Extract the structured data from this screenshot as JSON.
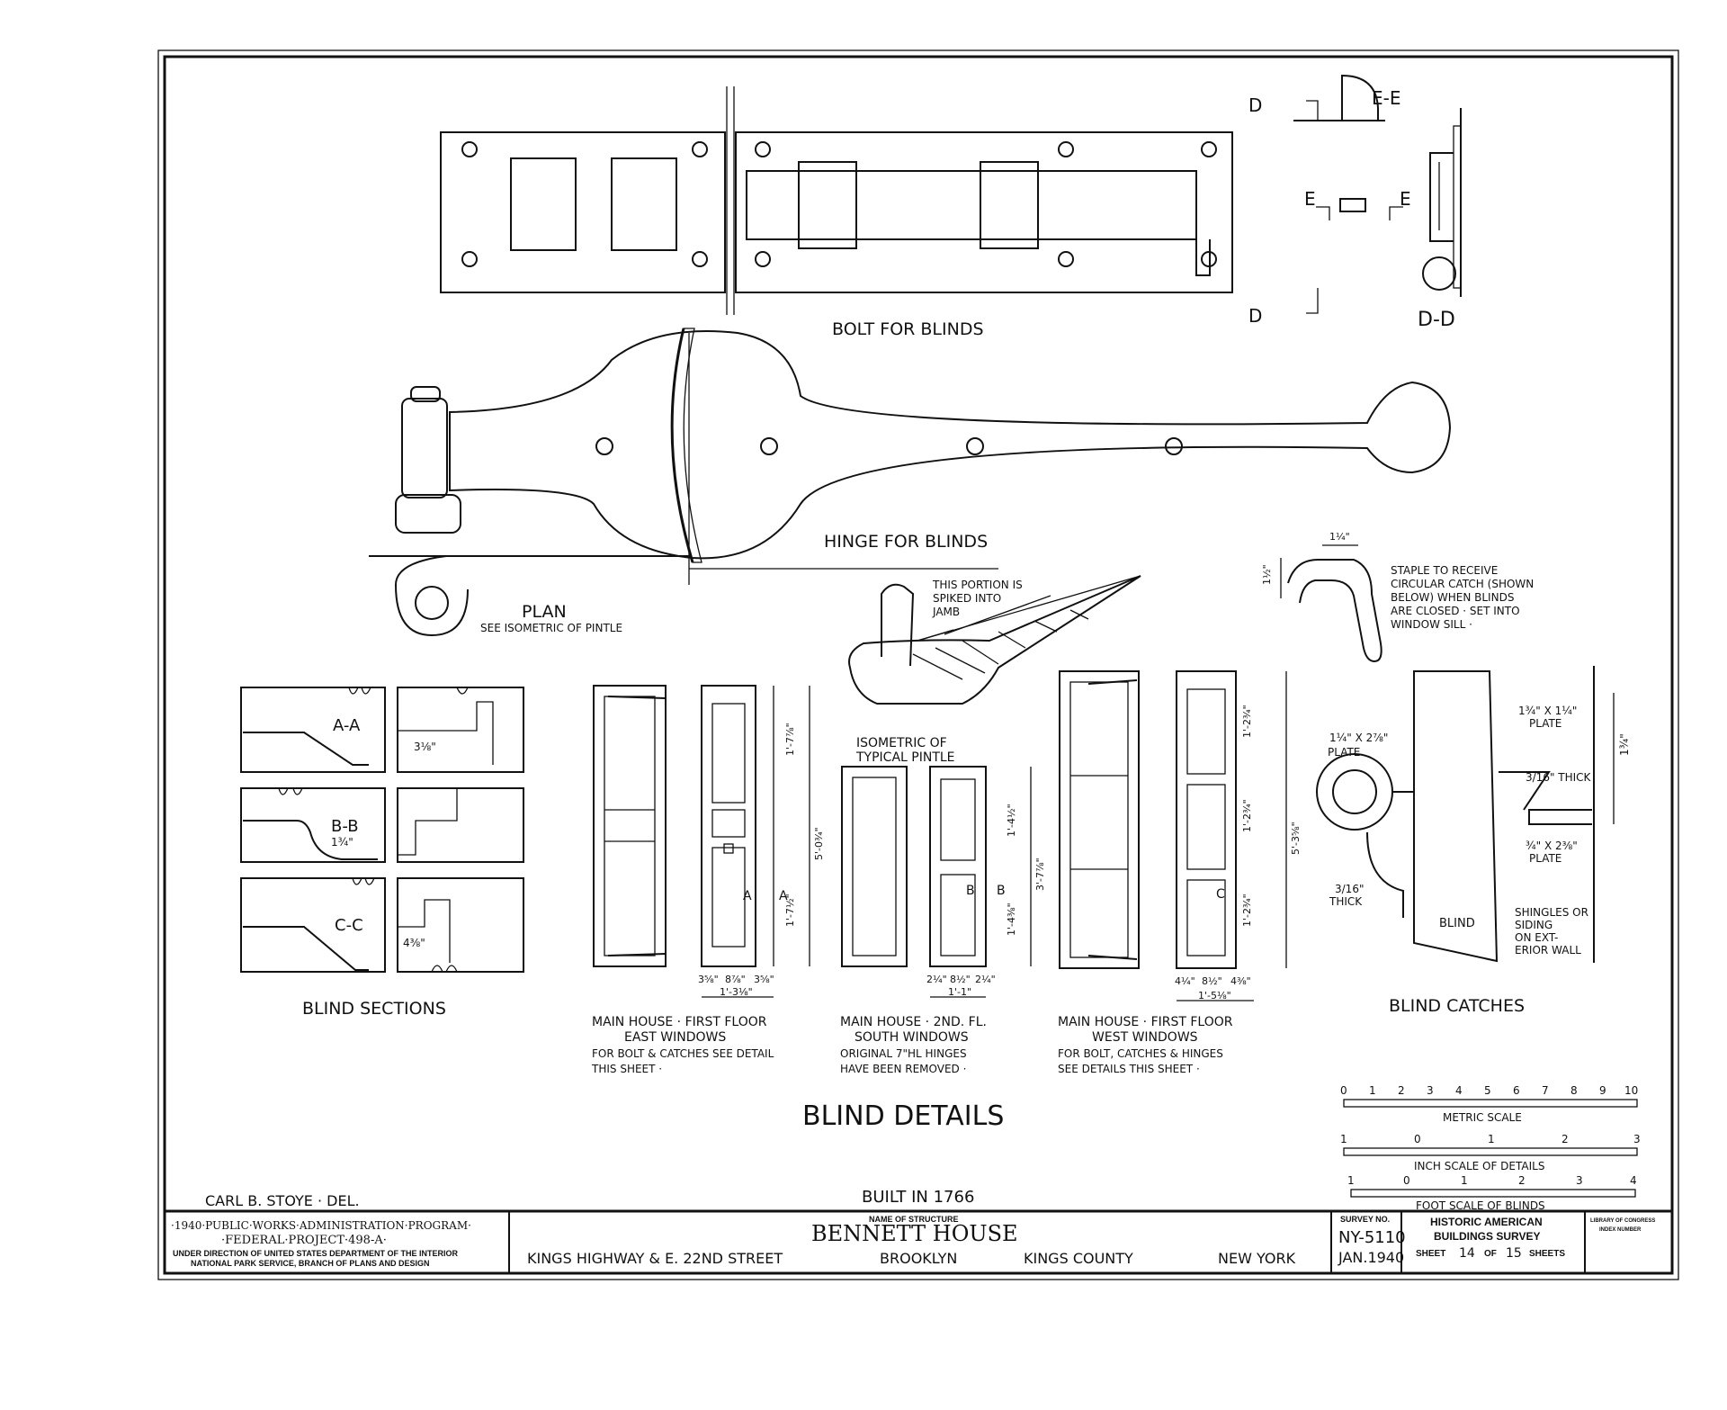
{
  "sheet": {
    "main_title": "BLIND DETAILS",
    "built": "BUILT IN 1766",
    "delineator": "CARL B. STOYE · DEL."
  },
  "drawings": {
    "bolt": {
      "caption": "BOLT FOR BLINDS",
      "section_ee": "E-E",
      "section_dd": "D-D",
      "mark_d": "D",
      "mark_e": "E"
    },
    "hinge": {
      "caption": "HINGE FOR BLINDS",
      "plan": "PLAN",
      "plan_note": "SEE ISOMETRIC OF PINTLE"
    },
    "pintle": {
      "note_lines": [
        "THIS PORTION IS",
        "SPIKED INTO",
        "JAMB"
      ],
      "caption_lines": [
        "ISOMETRIC OF",
        "TYPICAL PINTLE"
      ]
    },
    "staple": {
      "note_lines": [
        "STAPLE TO RECEIVE",
        "CIRCULAR CATCH (SHOWN",
        "BELOW) WHEN BLINDS",
        "ARE CLOSED · SET INTO",
        "WINDOW SILL ·"
      ],
      "dim_a": "1½\"",
      "dim_b": "1¼\""
    },
    "sections": {
      "caption": "BLIND SECTIONS",
      "a": "A-A",
      "b": "B-B",
      "c": "C-C",
      "dim_a": "3⅛\"",
      "dim_b": "1¾\"",
      "dim_c": "4⅜\""
    },
    "east": {
      "lines": [
        "MAIN HOUSE · FIRST FLOOR",
        "EAST WINDOWS",
        "FOR BOLT & CATCHES SEE DETAIL",
        "THIS SHEET ·"
      ],
      "dims": [
        "1'-7⅞\"",
        "1'-7½\"",
        "5'-0¾\"",
        "3⅝\"",
        "8⅞\"",
        "3⅝\"",
        "1'-3⅛\""
      ],
      "mark": "A"
    },
    "south": {
      "lines": [
        "MAIN HOUSE · 2ND. FL.",
        "SOUTH WINDOWS",
        "ORIGINAL 7\"HL HINGES",
        "HAVE BEEN REMOVED ·"
      ],
      "dims": [
        "1'-4½\"",
        "1'-4⅜\"",
        "3'-7⅞\"",
        "2¼\"",
        "8½\"",
        "2¼\"",
        "1'-1\""
      ],
      "mark": "B"
    },
    "west": {
      "lines": [
        "MAIN HOUSE · FIRST FLOOR",
        "WEST WINDOWS",
        "FOR BOLT, CATCHES & HINGES",
        "SEE DETAILS THIS SHEET ·"
      ],
      "dims": [
        "1'-2¾\"",
        "1'-2¾\"",
        "1'-2¾\"",
        "5'-3⅝\"",
        "4¼\"",
        "8½\"",
        "4⅜\"",
        "1'-5⅛\""
      ],
      "mark": "C"
    },
    "catches": {
      "caption": "BLIND CATCHES",
      "plate1": [
        "1¾\" X 1¼\"",
        "PLATE"
      ],
      "thick1": "3/16\" THICK",
      "plate2": [
        "¾\" X 2⅜\"",
        "PLATE"
      ],
      "plate3": [
        "1¼\" X 2⅞\"",
        "PLATE"
      ],
      "thick2": [
        "3/16\"",
        "THICK"
      ],
      "blind": "BLIND",
      "shingles": [
        "SHINGLES OR",
        "SIDING",
        "ON EXT-",
        "ERIOR WALL"
      ],
      "dim_h": "1¾\""
    }
  },
  "scales": {
    "metric": {
      "label": "METRIC SCALE",
      "ticks": [
        "0",
        "1",
        "2",
        "3",
        "4",
        "5",
        "6",
        "7",
        "8",
        "9",
        "10"
      ]
    },
    "inch": {
      "label": "INCH SCALE OF DETAILS",
      "ticks": [
        "1",
        "0",
        "1",
        "2",
        "3"
      ]
    },
    "foot": {
      "label": "FOOT SCALE OF BLINDS",
      "ticks": [
        "1",
        "0",
        "1",
        "2",
        "3",
        "4"
      ]
    }
  },
  "title_block": {
    "program": "·1940·PUBLIC·WORKS·ADMINISTRATION·PROGRAM·",
    "project": "·FEDERAL·PROJECT·498-A·",
    "direction1": "UNDER DIRECTION OF UNITED STATES DEPARTMENT OF THE INTERIOR",
    "direction2": "NATIONAL PARK SERVICE, BRANCH OF PLANS AND DESIGN",
    "name_label": "NAME OF STRUCTURE",
    "name": "BENNETT HOUSE",
    "address": "KINGS HIGHWAY & E. 22ND STREET",
    "city": "BROOKLYN",
    "county": "KINGS COUNTY",
    "state": "NEW YORK",
    "survey_label": "SURVEY NO.",
    "survey_no": "NY-5110",
    "date": "JAN.1940",
    "habs1": "HISTORIC AMERICAN",
    "habs2": "BUILDINGS SURVEY",
    "sheet_word": "SHEET",
    "sheet_no": "14",
    "of_word": "OF",
    "sheet_total": "15",
    "sheets_word": "SHEETS",
    "loc1": "LIBRARY OF CONGRESS",
    "loc2": "INDEX NUMBER"
  }
}
